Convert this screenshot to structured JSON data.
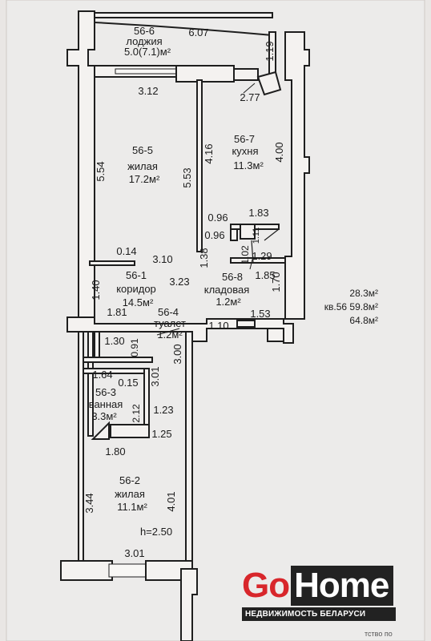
{
  "plan": {
    "ceiling_height": "h=2.50",
    "totals": [
      "28.3м²",
      "кв.56 59.8м²",
      "64.8м²"
    ],
    "rooms": {
      "loggia": {
        "code": "56-6",
        "name": "лоджия",
        "area": "5.0(7.1)м²"
      },
      "living1": {
        "code": "56-5",
        "name": "жилая",
        "area": "17.2м²"
      },
      "kitchen": {
        "code": "56-7",
        "name": "кухня",
        "area": "11.3м²"
      },
      "corridor": {
        "code": "56-1",
        "name": "коридор",
        "area": "14.5м²"
      },
      "pantry": {
        "code": "56-8",
        "name": "кладовая",
        "area": "1.2м²"
      },
      "toilet": {
        "code": "56-4",
        "name": "туалет",
        "area": "1.2м²"
      },
      "bathroom": {
        "code": "56-3",
        "name": "ванная",
        "area": "3.3м²"
      },
      "living2": {
        "code": "56-2",
        "name": "жилая",
        "area": "11.1м²"
      }
    },
    "dims": {
      "d607": "6.07",
      "d119": "1.19",
      "d312": "3.12",
      "d277": "2.77",
      "d554": "5.54",
      "d553": "5.53",
      "d416": "4.16",
      "d400": "4.00",
      "d096a": "0.96",
      "d183": "1.83",
      "d096b": "0.96",
      "d111": "1.11",
      "d102": "1.02",
      "d129": "1.29",
      "d014": "0.14",
      "d310": "3.10",
      "d138": "1.38",
      "d185": "1.85",
      "d170": "1.70",
      "d323": "3.23",
      "d140": "1.40",
      "d181": "1.81",
      "d153": "1.53",
      "d110": "1.10",
      "d130": "1.30",
      "d091": "0.91",
      "d300": "3.00",
      "d164": "1.64",
      "d015": "0.15",
      "d301": "3.01",
      "d212": "2.12",
      "d123": "1.23",
      "d125": "1.25",
      "d180": "1.80",
      "d344": "3.44",
      "d401": "4.01",
      "d301b": "3.01"
    }
  },
  "logo": {
    "go": "Go",
    "home": "Home",
    "tagline": "НЕДВИЖИМОСТЬ БЕЛАРУСИ"
  },
  "corner_note": "тство по"
}
